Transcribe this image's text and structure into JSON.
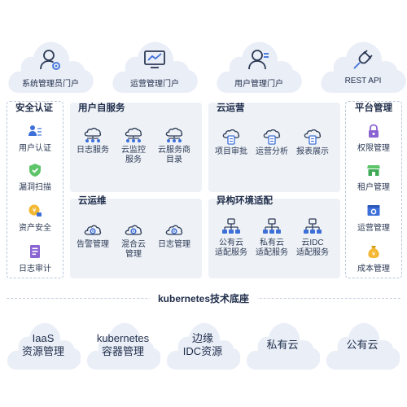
{
  "top_clouds": [
    {
      "label": "系统管理员门户",
      "icon": "admin-user-icon"
    },
    {
      "label": "运营管理门户",
      "icon": "monitor-chart-icon"
    },
    {
      "label": "用户管理门户",
      "icon": "user-icon"
    },
    {
      "label": "REST API",
      "icon": "plug-icon"
    }
  ],
  "left_panel": {
    "title": "安全认证",
    "items": [
      {
        "label": "用户认证",
        "icon": "user-badge-icon"
      },
      {
        "label": "漏洞扫描",
        "icon": "shield-check-icon"
      },
      {
        "label": "资产安全",
        "icon": "money-lock-icon"
      },
      {
        "label": "日志审计",
        "icon": "log-doc-icon"
      }
    ]
  },
  "right_panel": {
    "title": "平台管理",
    "items": [
      {
        "label": "权限管理",
        "icon": "lock-icon"
      },
      {
        "label": "租户管理",
        "icon": "store-icon"
      },
      {
        "label": "运营管理",
        "icon": "window-settings-icon"
      },
      {
        "label": "成本管理",
        "icon": "money-bag-icon"
      }
    ]
  },
  "groups": [
    {
      "title": "用户自服务",
      "items": [
        {
          "label": "日志服务",
          "icon": "cloud-nodes-icon"
        },
        {
          "label": "云监控\n服务",
          "icon": "cloud-nodes-icon"
        },
        {
          "label": "云服务商\n目录",
          "icon": "cloud-nodes-icon"
        }
      ]
    },
    {
      "title": "云运营",
      "items": [
        {
          "label": "项目审批",
          "icon": "cloud-doc-icon"
        },
        {
          "label": "运营分析",
          "icon": "cloud-doc-icon"
        },
        {
          "label": "报表展示",
          "icon": "cloud-doc-icon"
        }
      ]
    },
    {
      "title": "云运维",
      "items": [
        {
          "label": "告警管理",
          "icon": "cloud-gear-icon"
        },
        {
          "label": "混合云\n管理",
          "icon": "cloud-gear-icon"
        },
        {
          "label": "日志管理",
          "icon": "cloud-gear-icon"
        }
      ]
    },
    {
      "title": "异构环境适配",
      "items": [
        {
          "label": "公有云\n适配服务",
          "icon": "network-tree-icon"
        },
        {
          "label": "私有云\n适配服务",
          "icon": "network-tree-icon"
        },
        {
          "label": "云IDC\n适配服务",
          "icon": "network-tree-icon"
        }
      ]
    }
  ],
  "base": {
    "label": "kubernetes技术底座"
  },
  "bottom_clouds": [
    {
      "line1": "IaaS",
      "line2": "资源管理"
    },
    {
      "line1": "kubernetes",
      "line2": "容器管理"
    },
    {
      "line1": "边缘",
      "line2": "IDC资源"
    },
    {
      "line1": "私有云",
      "line2": ""
    },
    {
      "line1": "公有云",
      "line2": ""
    }
  ],
  "colors": {
    "accent": "#3d6fd9",
    "panel": "#eef2f7",
    "cloud": "#e9eef7",
    "text": "#1f2d4a"
  }
}
